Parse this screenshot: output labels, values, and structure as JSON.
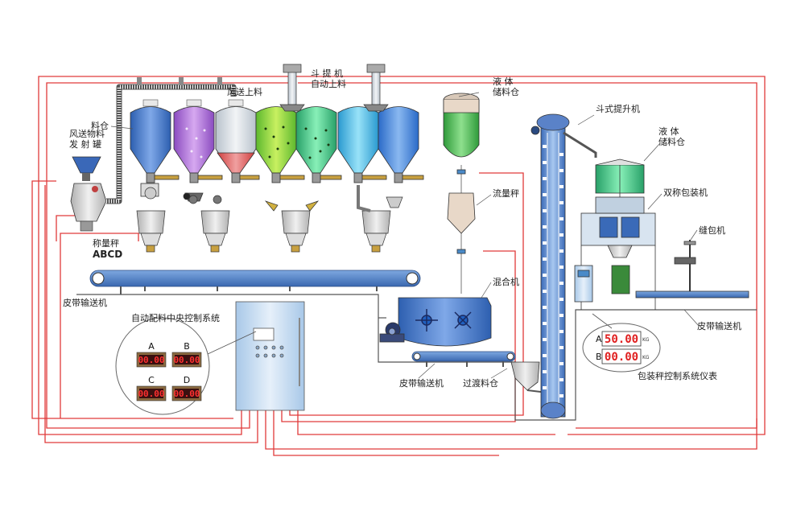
{
  "colors": {
    "signal_line": "#e03a3a",
    "conveyor": "#4a78b8",
    "display_digits": "#ff3030",
    "cabinet": "#c8dcf0"
  },
  "labels": {
    "pneumatic_tank": [
      "风送物料",
      "发 射 罐"
    ],
    "silo": "料仓",
    "pneumatic_feed": "风送上料",
    "bucket_elevator_auto": [
      "斗 提 机",
      "自动上料"
    ],
    "liquid_tank_top": [
      "液  体",
      "储料仓"
    ],
    "bucket_elevator": "斗式提升机",
    "liquid_tank_right": [
      "液  体",
      "储料仓"
    ],
    "flow_scale": "流量秤",
    "double_scale_packer": "双称包装机",
    "weigh_scale": "称量秤",
    "abcd": "ABCD",
    "sewing_machine": "缝包机",
    "belt_conveyor_left": "皮带输送机",
    "mixer": "混合机",
    "central_control": "自动配料中央控制系统",
    "belt_conveyor_right": "皮带输送机",
    "belt_conveyor_bottom": "皮带输送机",
    "transition_bin": "过渡料仓",
    "packing_control": "包装秤控制系统仪表"
  },
  "central_panel": {
    "displays": [
      {
        "letter": "A",
        "value": "00.00"
      },
      {
        "letter": "B",
        "value": "00.00"
      },
      {
        "letter": "C",
        "value": "00.00"
      },
      {
        "letter": "D",
        "value": "00.00"
      }
    ]
  },
  "packing_panel": {
    "displays": [
      {
        "letter": "A",
        "value": "50.00",
        "unit": "KG"
      },
      {
        "letter": "B",
        "value": "00.00",
        "unit": "KG"
      }
    ]
  }
}
